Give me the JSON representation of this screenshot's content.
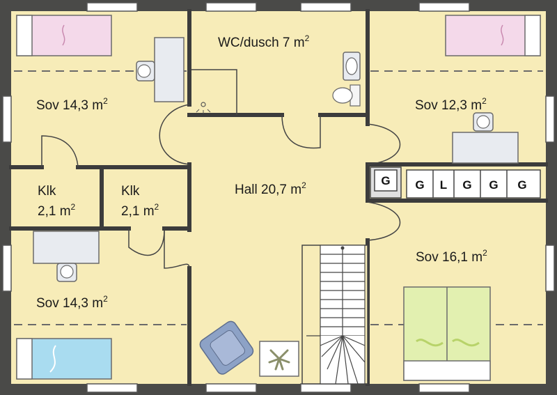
{
  "rooms": [
    {
      "id": "sov-nw",
      "name": "Sov 14,3 m",
      "sup": "2"
    },
    {
      "id": "wc",
      "name": "WC/dusch 7 m",
      "sup": "2"
    },
    {
      "id": "sov-ne",
      "name": "Sov 12,3 m",
      "sup": "2"
    },
    {
      "id": "klk-1",
      "name": "Klk",
      "area": "2,1 m",
      "sup": "2"
    },
    {
      "id": "klk-2",
      "name": "Klk",
      "area": "2,1 m",
      "sup": "2"
    },
    {
      "id": "hall",
      "name": "Hall 20,7 m",
      "sup": "2"
    },
    {
      "id": "sov-se",
      "name": "Sov 16,1 m",
      "sup": "2"
    },
    {
      "id": "sov-sw",
      "name": "Sov 14,3 m",
      "sup": "2"
    }
  ],
  "wardrobe": {
    "single": "G",
    "row": [
      "G",
      "L",
      "G",
      "G",
      "G"
    ]
  },
  "colors": {
    "floor": "#f7ecb8",
    "wall": "#3c3c3c",
    "bed_pink": "#f4d9ea",
    "bed_blue": "#a9dcf0",
    "bed_green": "#e2f0b0",
    "chair": "#8da2c6"
  }
}
